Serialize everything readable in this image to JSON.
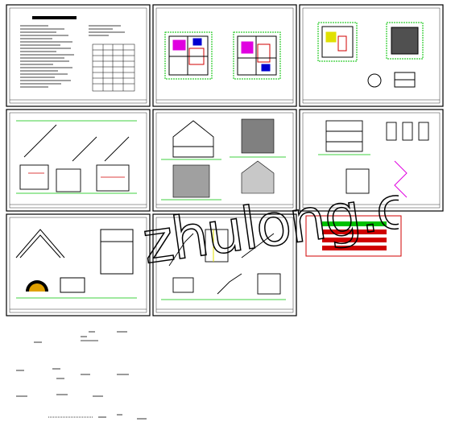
{
  "drawing_set": {
    "sheets": [
      {
        "id": "sheet-1",
        "kind": "design-notes"
      },
      {
        "id": "sheet-2",
        "kind": "floor-plans"
      },
      {
        "id": "sheet-3",
        "kind": "roof-plan-details"
      },
      {
        "id": "sheet-4",
        "kind": "stair-sections"
      },
      {
        "id": "sheet-5",
        "kind": "elevations-render"
      },
      {
        "id": "sheet-6",
        "kind": "elevation-details"
      },
      {
        "id": "sheet-7",
        "kind": "roof-section-details"
      },
      {
        "id": "sheet-8",
        "kind": "section-details"
      },
      {
        "id": "sheet-9",
        "kind": "title-block-blank"
      }
    ]
  },
  "watermark": {
    "text": "zhulong.com",
    "color": "#000000"
  },
  "colors": {
    "frame": "#000000",
    "dim_green": "#00c000",
    "wall_red": "#d00000",
    "magenta": "#e000e0",
    "blue": "#0000d0",
    "yellow": "#e0e000",
    "gray": "#808080"
  }
}
